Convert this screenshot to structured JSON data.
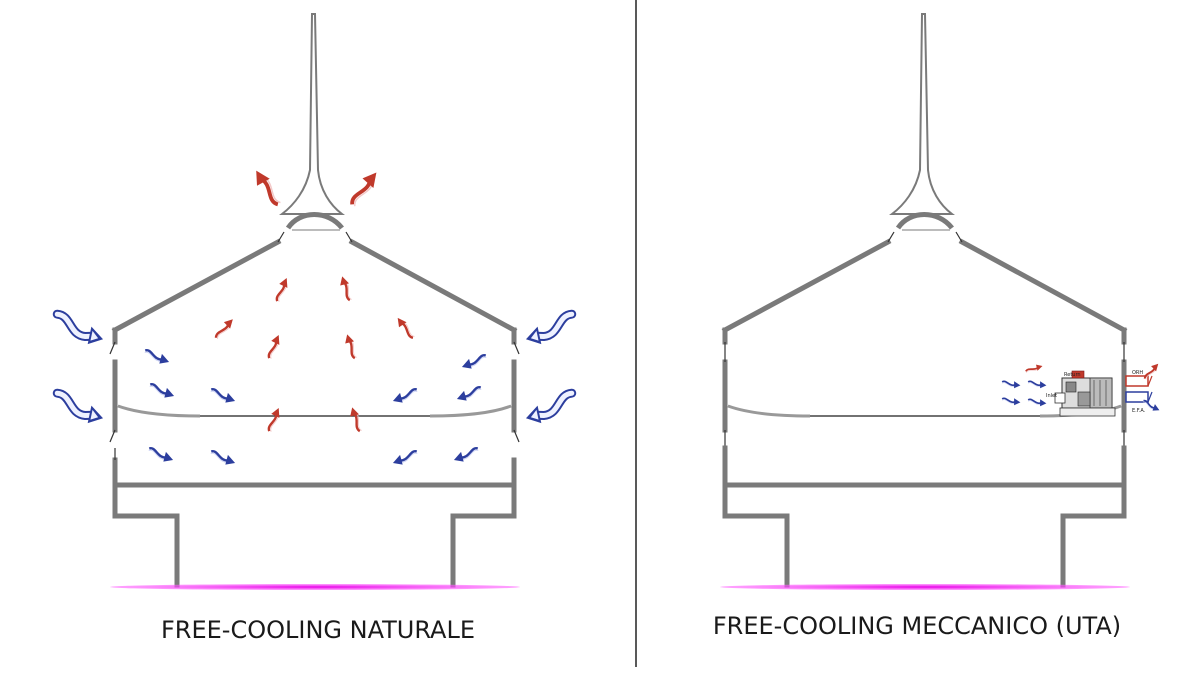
{
  "panels": {
    "left": {
      "caption": "FREE-COOLING NATURALE"
    },
    "right": {
      "caption": "FREE-COOLING MECCANICO (UTA)",
      "ahu": {
        "return_label": "Return",
        "inlet_label": "Inlet",
        "exhaust_label": "ORH",
        "supply_label": "E.F.A."
      }
    }
  },
  "colors": {
    "wall": "#7a7a7a",
    "warm_air": "#c0392b",
    "cool_air": "#2c3e9e",
    "ground": "#e600e6",
    "divider": "#222222"
  },
  "icons": [
    "warm-air-arrow-icon",
    "cool-air-arrow-icon",
    "inflow-arrow-icon"
  ]
}
